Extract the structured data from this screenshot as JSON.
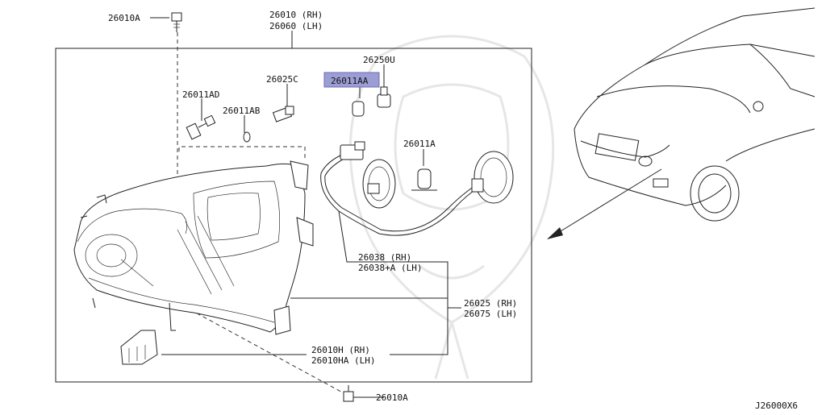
{
  "labels": {
    "bolt_top": "26010A",
    "assy_rh": "26010 (RH)",
    "assy_lh": "26060 (LH)",
    "socket_d": "26250U",
    "bulb_aa": "26011AA",
    "bulb_c": "26025C",
    "bulb_ad": "26011AD",
    "bulb_ab": "26011AB",
    "bulb_a": "26011A",
    "harness_rh": "26038  (RH)",
    "harness_lh": "26038+A (LH)",
    "lamp_rh": "26025 (RH)",
    "lamp_lh": "26075 (LH)",
    "bracket_rh": "26010H  (RH)",
    "bracket_lh": "26010HA (LH)",
    "bolt_bottom": "26010A",
    "diagram_code": "J26000X6"
  },
  "highlight": {
    "target": "bulb_aa",
    "color": "#9d9dd6"
  }
}
